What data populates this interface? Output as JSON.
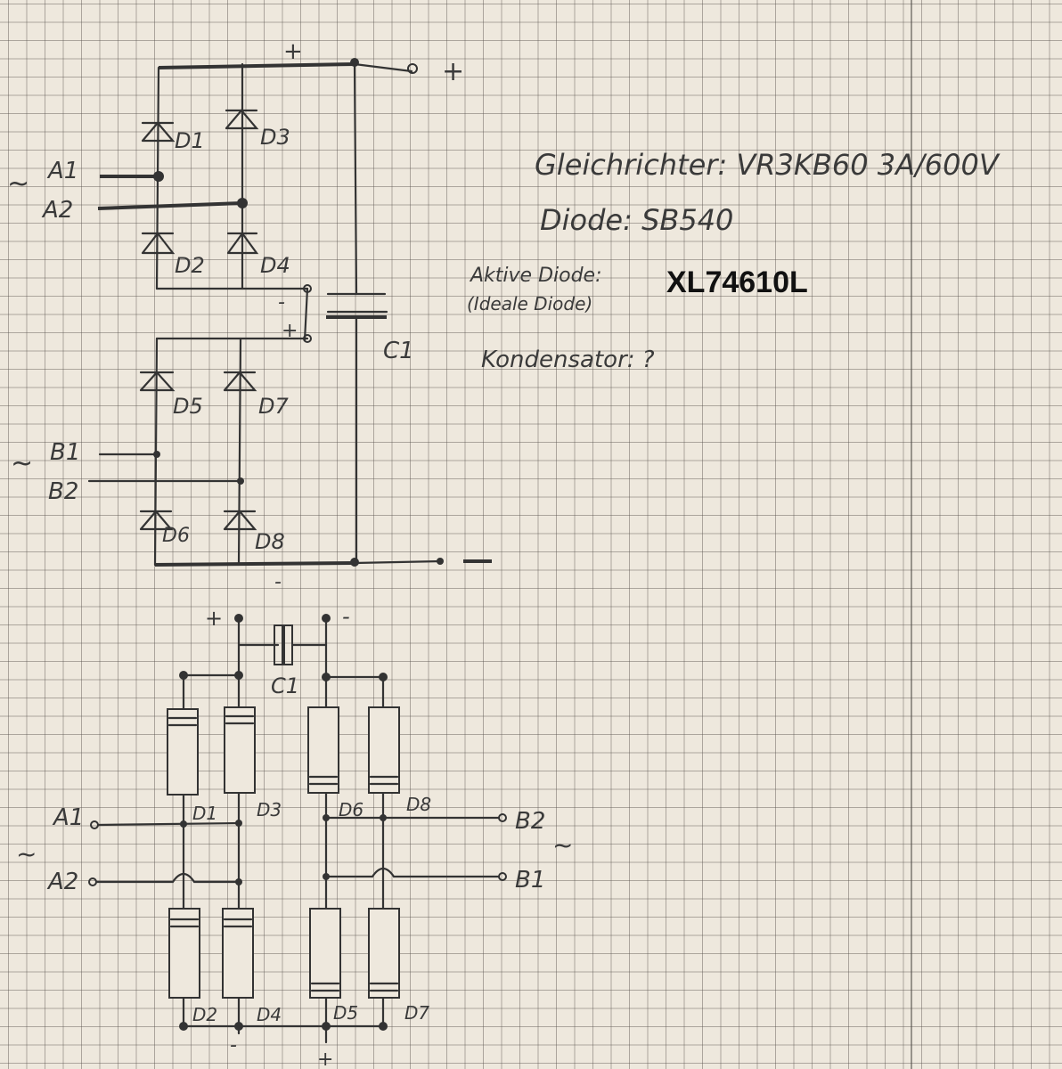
{
  "notes": {
    "rectifier": "Gleichrichter: VR3KB60 3A/600V",
    "diode": "Diode: SB540",
    "active_diode_label": "Aktive Diode:",
    "active_diode_sub": "(Ideale Diode)",
    "active_diode_value": "XL74610L",
    "capacitor": "Kondensator: ?"
  },
  "schematic": {
    "plus": "+",
    "minus": "—",
    "tilde": "~",
    "inputs": [
      "A1",
      "A2",
      "B1",
      "B2"
    ],
    "diodes": [
      "D1",
      "D2",
      "D3",
      "D4",
      "D5",
      "D6",
      "D7",
      "D8"
    ],
    "capacitor": "C1"
  }
}
